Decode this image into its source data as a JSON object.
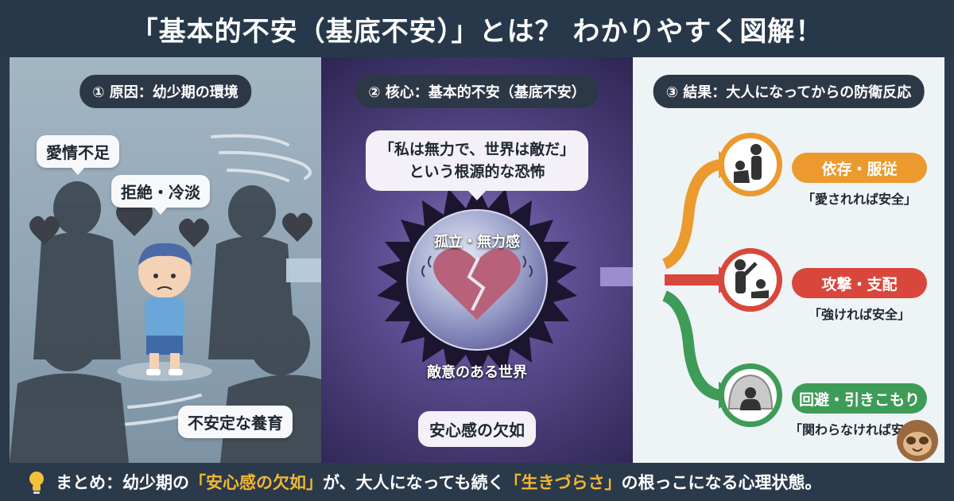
{
  "title": "「基本的不安（基底不安）」とは？ わかりやすく図解！",
  "panel1": {
    "heading": "① 原因：幼少期の環境",
    "bubbles": [
      "愛情不足",
      "拒絶・冷淡",
      "不安定な養育"
    ]
  },
  "panel2": {
    "heading": "② 核心：基本的不安（基底不安）",
    "quote_line1": "「私は無力で、世界は敵だ」",
    "quote_line2": "という根源的な恐怖",
    "sphere_label": "孤立・無力感",
    "world_label": "敵意のある世界",
    "lack_label": "安心感の欠如"
  },
  "panel3": {
    "heading": "③ 結果：大人になってからの防衛反応",
    "reactions": [
      {
        "label": "依存・服従",
        "quote": "「愛されれば安全」",
        "color": "#ec9a2d"
      },
      {
        "label": "攻撃・支配",
        "quote": "「強ければ安全」",
        "color": "#d9473c"
      },
      {
        "label": "回避・引きこもり",
        "quote": "「関わらなければ安全」",
        "color": "#3f9b58"
      }
    ]
  },
  "footer": {
    "prefix": "まとめ：幼少期の",
    "highlight1": "「安心感の欠如」",
    "middle": "が、大人になっても続く",
    "highlight2": "「生きづらさ」",
    "suffix": "の根っこになる心理状態。"
  }
}
